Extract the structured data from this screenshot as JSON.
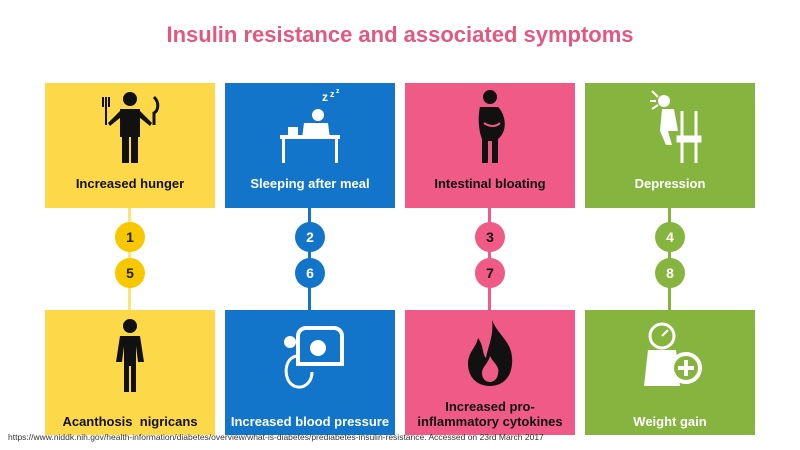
{
  "title": "Insulin resistance and associated symptoms",
  "colors": {
    "title": "#e2597f",
    "yellow": "#fdd94a",
    "yellow_circle": "#f7c800",
    "blue": "#1275c9",
    "pink": "#ef5a86",
    "green": "#86b53f",
    "icon_dark": "#111111"
  },
  "symptoms": [
    {
      "number": "1",
      "label": "Increased hunger",
      "icon": "person-fork-knife-icon",
      "color": "yellow"
    },
    {
      "number": "2",
      "label": "Sleeping after meal",
      "icon": "sleeping-at-desk-icon",
      "color": "blue"
    },
    {
      "number": "3",
      "label": "Intestinal bloating",
      "icon": "bloated-person-icon",
      "color": "pink"
    },
    {
      "number": "4",
      "label": "Depression",
      "icon": "depressed-person-chair-icon",
      "color": "green"
    },
    {
      "number": "5",
      "label": "Acanthosis  nigricans",
      "icon": "person-standing-icon",
      "color": "yellow"
    },
    {
      "number": "6",
      "label": "Increased blood pressure",
      "icon": "blood-pressure-gauge-icon",
      "color": "blue"
    },
    {
      "number": "7",
      "label": "Increased pro-inflammatory cytokines",
      "label_lines": [
        "Increased pro-",
        "inflammatory cytokines"
      ],
      "icon": "flame-icon",
      "color": "pink"
    },
    {
      "number": "8",
      "label": "Weight gain",
      "icon": "weight-scale-plus-icon",
      "color": "green"
    }
  ],
  "source": "https://www.niddk.nih.gov/health-information/diabetes/overview/what-is-diabetes/prediabetes-insulin-resistance. Accessed on 23rd March 2017"
}
